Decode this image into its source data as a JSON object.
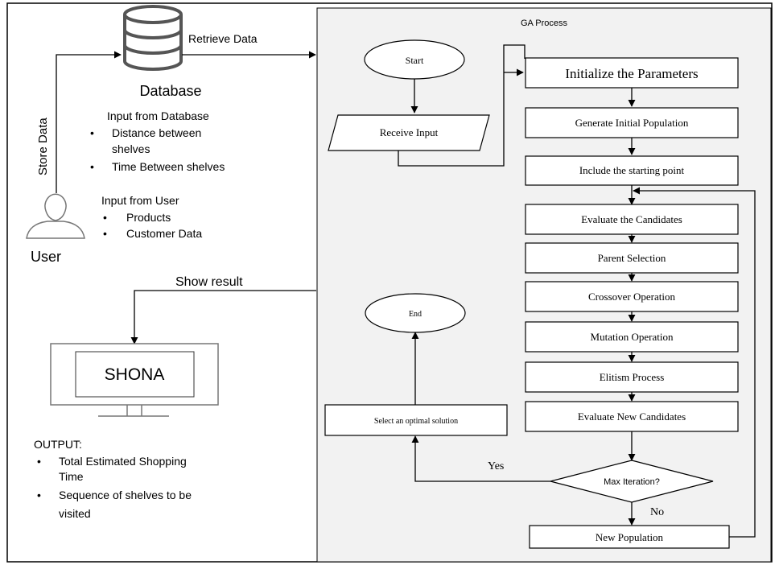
{
  "left": {
    "retrieve_label": "Retrieve Data",
    "database_label": "Database",
    "store_label": "Store Data",
    "db_input_title": "Input from Database",
    "db_input_items": [
      "Distance between",
      "shelves",
      "Time Between shelves"
    ],
    "user_input_title": "Input from User",
    "user_input_items": [
      "Products",
      "Customer Data"
    ],
    "user_label": "User",
    "show_result_label": "Show result",
    "monitor_text": "SHONA",
    "output_title": "OUTPUT:",
    "output_items": [
      "Total Estimated Shopping",
      "Time",
      "Sequence of shelves to be",
      "visited"
    ]
  },
  "ga": {
    "title": "GA Process",
    "start": "Start",
    "receive_input": "Receive Input",
    "end": "End",
    "select_optimal": "Select an optimal solution",
    "steps": [
      "Initialize the Parameters",
      "Generate Initial Population",
      "Include the starting point",
      "Evaluate the Candidates",
      "Parent Selection",
      "Crossover Operation",
      "Mutation Operation",
      "Elitism Process",
      "Evaluate New Candidates"
    ],
    "decision": "Max Iteration?",
    "yes": "Yes",
    "no": "No",
    "new_population": "New Population"
  },
  "colors": {
    "panel_fill": "#f2f2f2",
    "border": "#000000",
    "icon": "#666666"
  }
}
